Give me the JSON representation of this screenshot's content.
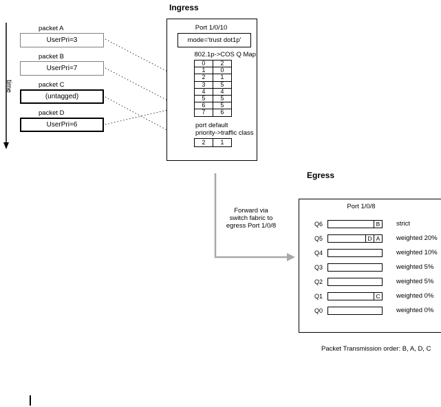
{
  "titles": {
    "ingress": "Ingress",
    "egress": "Egress"
  },
  "time_axis": {
    "label": "time"
  },
  "packets": [
    {
      "name": "packet A",
      "value": "UserPri=3"
    },
    {
      "name": "packet B",
      "value": "UserPri=7"
    },
    {
      "name": "packet C",
      "value": "(untagged)"
    },
    {
      "name": "packet D",
      "value": "UserPri=6"
    }
  ],
  "ingress": {
    "port_title": "Port 1/0/10",
    "mode": "mode='trust dot1p'",
    "map_title": "802.1p->COS Q Map",
    "map_rows": [
      [
        "0",
        "2"
      ],
      [
        "1",
        "0"
      ],
      [
        "2",
        "1"
      ],
      [
        "3",
        "5"
      ],
      [
        "4",
        "4"
      ],
      [
        "5",
        "5"
      ],
      [
        "6",
        "5"
      ],
      [
        "7",
        "6"
      ]
    ],
    "default_label_line1": "port default",
    "default_label_line2": "priority->traffic class",
    "default_row": [
      "2",
      "1"
    ]
  },
  "fabric_note": {
    "line1": "Forward via",
    "line2": "switch fabric to",
    "line3": "egress Port 1/0/8"
  },
  "egress": {
    "port_title": "Port 1/0/8",
    "queues": [
      {
        "name": "Q6",
        "packets": [
          "B"
        ],
        "policy": "strict"
      },
      {
        "name": "Q5",
        "packets": [
          "D",
          "A"
        ],
        "policy": "weighted 20%"
      },
      {
        "name": "Q4",
        "packets": [],
        "policy": "weighted 10%"
      },
      {
        "name": "Q3",
        "packets": [],
        "policy": "weighted 5%"
      },
      {
        "name": "Q2",
        "packets": [],
        "policy": "weighted 5%"
      },
      {
        "name": "Q1",
        "packets": [
          "C"
        ],
        "policy": "weighted 0%"
      },
      {
        "name": "Q0",
        "packets": [],
        "policy": "weighted 0%"
      }
    ]
  },
  "footer": {
    "transmission_order": "Packet Transmission order:  B, A, D, C"
  }
}
